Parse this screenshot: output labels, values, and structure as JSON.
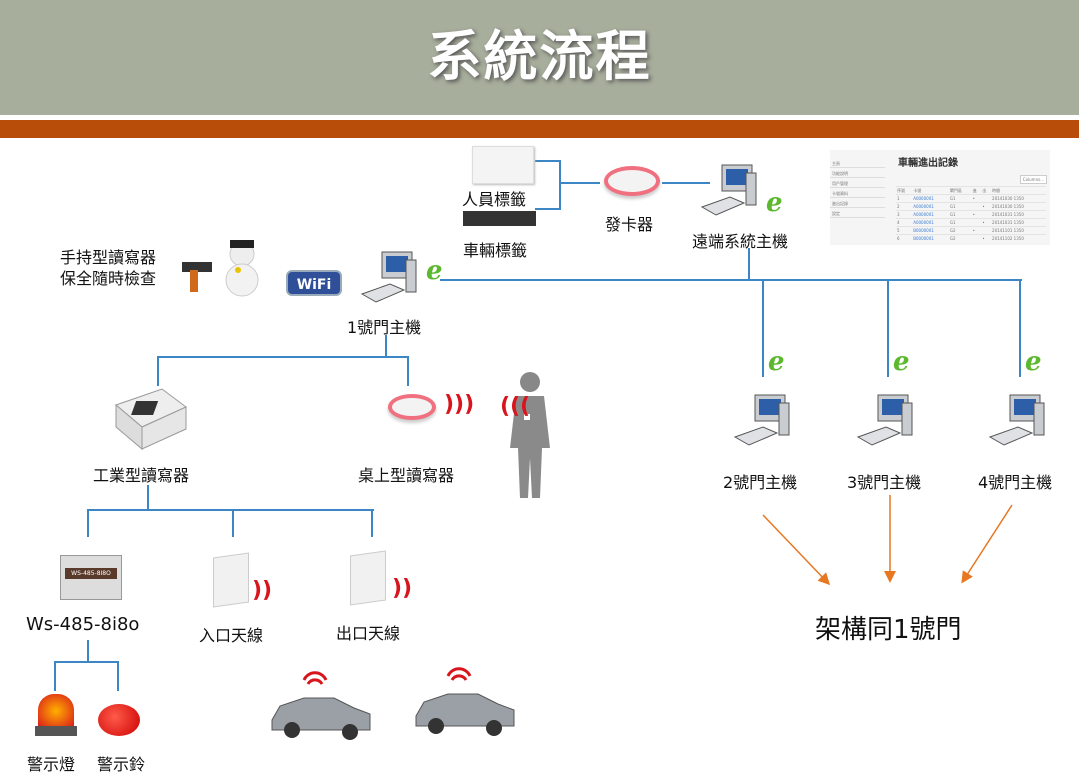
{
  "title": "系統流程",
  "colors": {
    "header": "#a8ae9c",
    "accent_bar": "#b84d0a",
    "line": "#3d86c6",
    "arrow": "#e87722"
  },
  "nodes": {
    "personnel_tag": "人員標籤",
    "vehicle_tag": "車輛標籤",
    "card_issuer": "發卡器",
    "remote_host": "遠端系統主機",
    "handheld": "手持型讀寫器",
    "handheld_sub": "保全隨時檢查",
    "wifi": "WiFi",
    "gate1": "1號門主機",
    "gate2": "2號門主機",
    "gate3": "3號門主機",
    "gate4": "4號門主機",
    "industrial_reader": "工業型讀寫器",
    "desktop_reader": "桌上型讀寫器",
    "io_module": "Ws-485-8i8o",
    "io_module_plate": "WS-485-8I8O",
    "entry_antenna": "入口天線",
    "exit_antenna": "出口天線",
    "warning_light": "警示燈",
    "warning_bell": "警示鈴",
    "same_as": "架構同1號門"
  },
  "screenshot": {
    "title": "車輛進出記錄",
    "button": "Columns...",
    "sidebar": [
      "主頁",
      "功能說明",
      "用戶管理",
      "卡號資料",
      "進出記錄",
      "設定"
    ],
    "columns": [
      "序號",
      "卡號",
      "閘門區",
      "進",
      "出",
      "時間"
    ],
    "rows": [
      [
        "1",
        "A0000001",
        "G1",
        "•",
        "",
        "20141030 1350"
      ],
      [
        "2",
        "A0000001",
        "G1",
        "",
        "•",
        "20141030 1350"
      ],
      [
        "3",
        "A0000001",
        "G1",
        "•",
        "",
        "20141031 1350"
      ],
      [
        "4",
        "A0000001",
        "G1",
        "",
        "•",
        "20141031 1350"
      ],
      [
        "5",
        "B0000001",
        "G2",
        "•",
        "",
        "20141101 1350"
      ],
      [
        "6",
        "B0000001",
        "G2",
        "",
        "•",
        "20141102 1350"
      ]
    ]
  }
}
